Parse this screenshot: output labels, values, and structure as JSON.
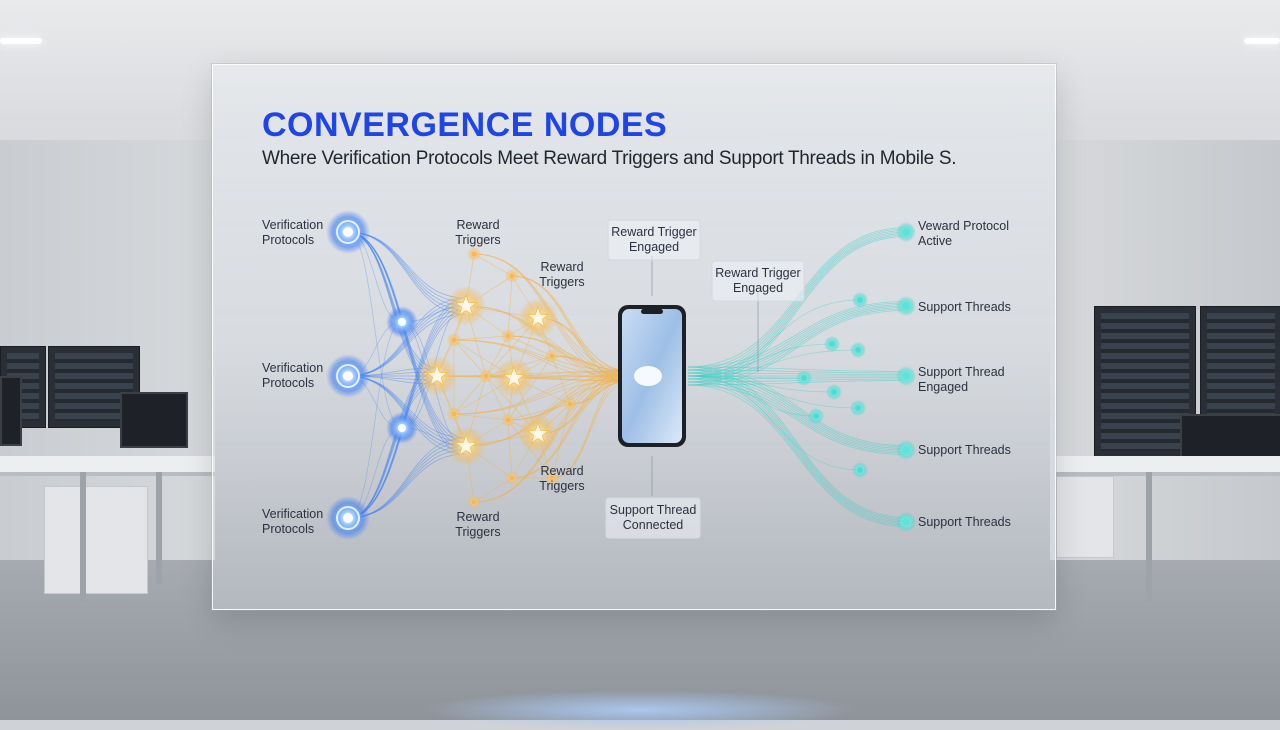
{
  "title": "CONVERGENCE NODES",
  "subtitle": "Where Verification Protocols Meet Reward Triggers and Support Threads in Mobile S.",
  "left_labels": [
    [
      "Verification",
      "Protocols"
    ],
    [
      "Verification",
      "Protocols"
    ],
    [
      "Verification",
      "Protocols"
    ]
  ],
  "reward_labels": [
    [
      "Reward",
      "Triggers"
    ],
    [
      "Reward",
      "Triggers"
    ],
    [
      "Reward",
      "Triggers"
    ],
    [
      "Reward",
      "Triggers"
    ]
  ],
  "center_labels": {
    "top": [
      "Reward Trigger",
      "Engaged"
    ],
    "top_right": [
      "Reward Trigger",
      "Engaged"
    ],
    "bottom": [
      "Support Thread",
      "Connected"
    ]
  },
  "right_labels": [
    [
      "Veward Protocol",
      "Active"
    ],
    [
      "Support Threads"
    ],
    [
      "Support Thread",
      "Engaged"
    ],
    [
      "Support Threads"
    ],
    [
      "Support Threads"
    ]
  ],
  "colors": {
    "title": "#1f45e6",
    "verification": "#3f7ef2",
    "reward": "#f2b24a",
    "support": "#36cfc6"
  },
  "icons": {
    "device": "smartphone-icon",
    "reward_node": "star-icon",
    "verification_node": "glow-orb-icon"
  }
}
